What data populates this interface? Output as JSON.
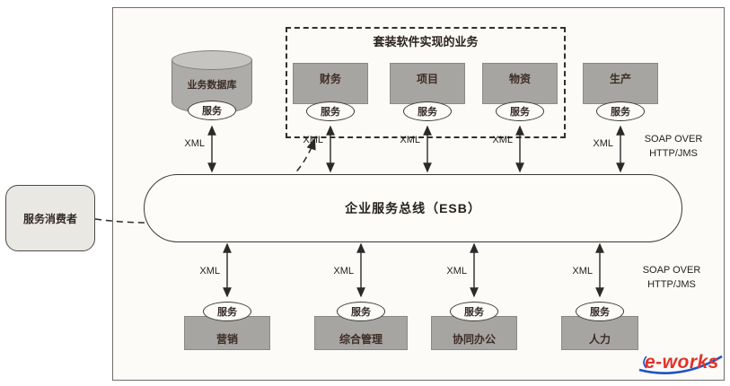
{
  "labels": {
    "xml": "XML",
    "service": "服务",
    "soap_line1": "SOAP OVER",
    "soap_line2": "HTTP/JMS"
  },
  "packaged_group": {
    "title": "套装软件实现的业务"
  },
  "esb": {
    "label": "企业服务总线（ESB）"
  },
  "consumer": {
    "label": "服务消费者"
  },
  "database": {
    "label": "业务数据库"
  },
  "top_nodes": [
    {
      "label": "财务"
    },
    {
      "label": "项目"
    },
    {
      "label": "物资"
    },
    {
      "label": "生产"
    }
  ],
  "bottom_nodes": [
    {
      "label": "营销"
    },
    {
      "label": "综合管理"
    },
    {
      "label": "协同办公"
    },
    {
      "label": "人力"
    }
  ],
  "colors": {
    "node_fill": "#a7a5a2",
    "logo_red": "#e23228",
    "logo_blue": "#1f52c4"
  },
  "logo": {
    "text": "e-works"
  }
}
